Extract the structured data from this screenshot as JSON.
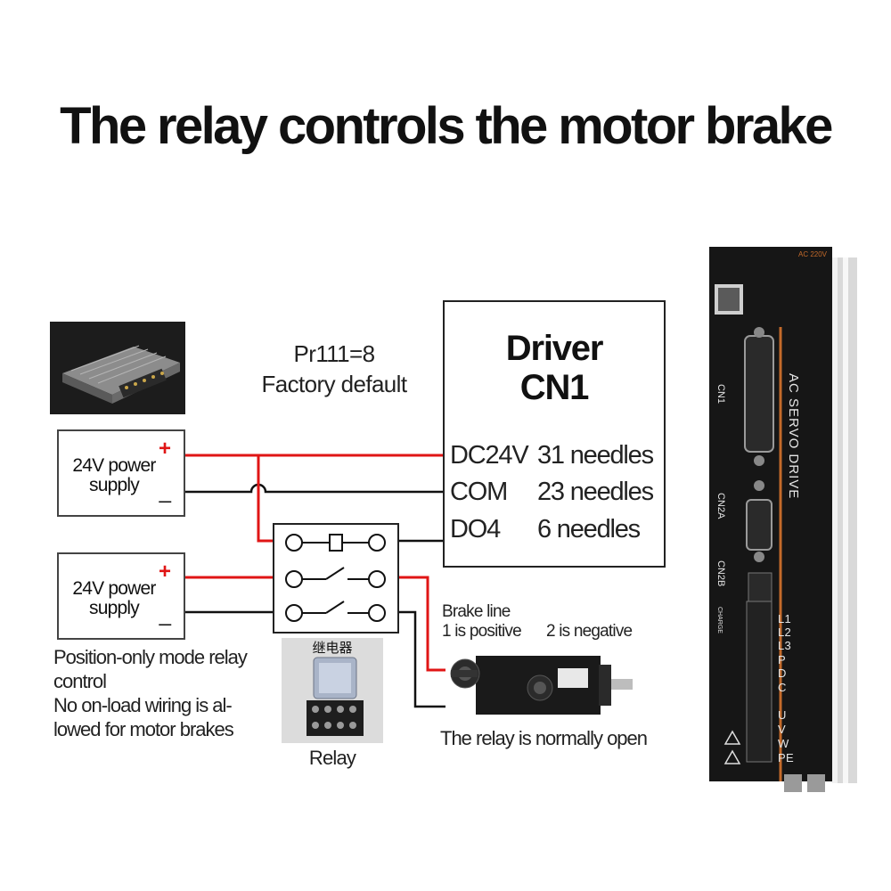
{
  "title": "The relay controls the motor brake",
  "parameter": {
    "line1": "Pr111=8",
    "line2": "Factory default"
  },
  "power_supplies": [
    {
      "label_line1": "24V power",
      "label_line2": "supply",
      "plus": "+",
      "minus": "_"
    },
    {
      "label_line1": "24V power",
      "label_line2": "supply",
      "plus": "+",
      "minus": "_"
    }
  ],
  "driver": {
    "title_line1": "Driver",
    "title_line2": "CN1",
    "pins": [
      {
        "name": "DC24V",
        "value": "31 needles"
      },
      {
        "name": "COM",
        "value": "23 needles"
      },
      {
        "name": "DO4",
        "value": "6 needles"
      }
    ]
  },
  "notes": [
    "Position-only mode relay",
    "control",
    "No on-load wiring is al-",
    "lowed for motor brakes"
  ],
  "relay_photo": {
    "cn_label": "继电器",
    "caption": "Relay"
  },
  "brake": {
    "line1": "Brake line",
    "positive": "1 is positive",
    "negative": "2 is negative"
  },
  "relay_state": "The relay is normally open",
  "servo_drive": {
    "brand_text": "AC SERVO DRIVE",
    "voltage": "AC 220V",
    "ports": [
      "CN1",
      "CN2A",
      "CN2B"
    ],
    "charge": "CHARGE",
    "terminals": [
      "L1",
      "L2",
      "L3",
      "P",
      "D",
      "C",
      "U",
      "V",
      "W",
      "PE"
    ]
  },
  "colors": {
    "positive_wire": "#e01515",
    "negative_wire": "#111111",
    "accent": "#d2691e"
  }
}
